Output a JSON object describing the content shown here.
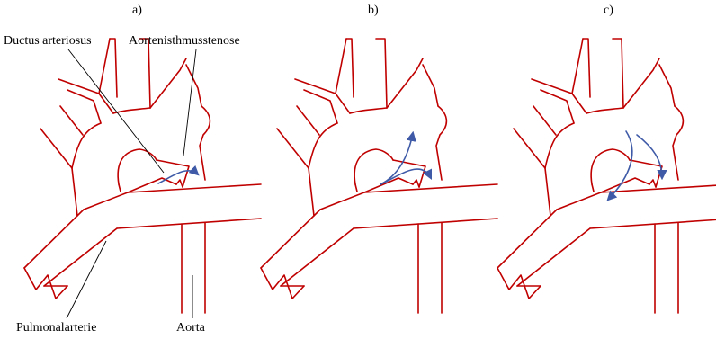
{
  "panels": [
    {
      "key": "a",
      "label": "a)"
    },
    {
      "key": "b",
      "label": "b)"
    },
    {
      "key": "c",
      "label": "c)"
    }
  ],
  "labels": {
    "ductus": "Ductus arteriosus",
    "stenosis": "Aortenisthmusstenose",
    "pulmonary": "Pulmonalarterie",
    "aorta": "Aorta"
  },
  "colors": {
    "vessel": "#c00000",
    "flow": "#3f5ba8",
    "text": "#000000",
    "background": "#ffffff"
  }
}
